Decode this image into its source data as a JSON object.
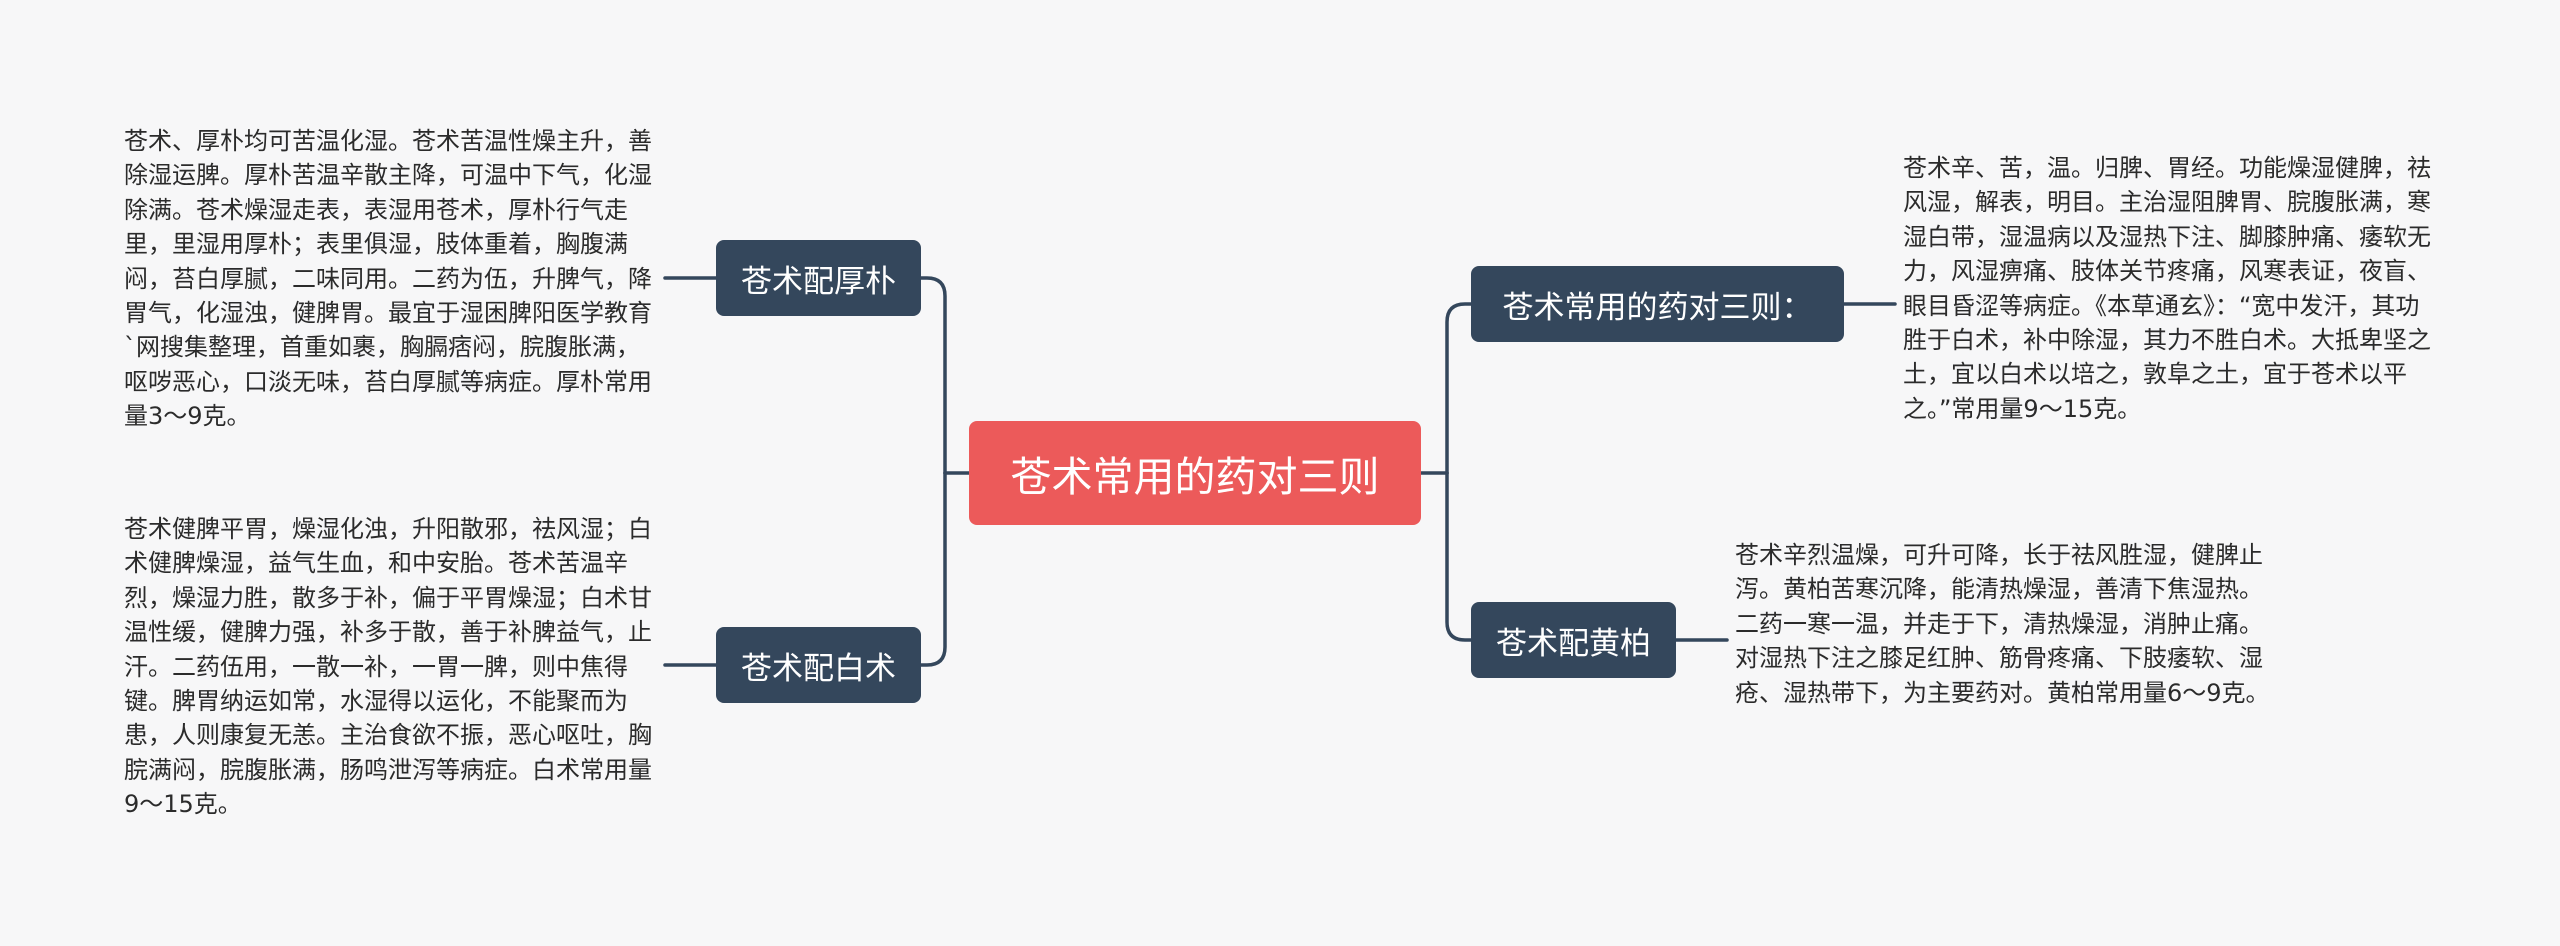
{
  "central": {
    "label": "苍术常用的药对三则"
  },
  "branches": {
    "houpu": {
      "label": "苍术配厚朴",
      "note": "苍术、厚朴均可苦温化湿。苍术苦温性燥主升，善除湿运脾。厚朴苦温辛散主降，可温中下气，化湿除满。苍术燥湿走表，表湿用苍术，厚朴行气走里，里湿用厚朴；表里俱湿，肢体重着，胸腹满闷，苔白厚腻，二味同用。二药为伍，升脾气，降胃气，化湿浊，健脾胃。最宜于湿困脾阳医学教育`网搜集整理，首重如裹，胸膈痞闷，脘腹胀满，呕哕恶心，口淡无味，苔白厚腻等病症。厚朴常用量3～9克。"
    },
    "baizhu": {
      "label": "苍术配白术",
      "note": "苍术健脾平胃，燥湿化浊，升阳散邪，祛风湿；白术健脾燥湿，益气生血，和中安胎。苍术苦温辛烈，燥湿力胜，散多于补，偏于平胃燥湿；白术甘温性缓，健脾力强，补多于散，善于补脾益气，止汗。二药伍用，一散一补，一胃一脾，则中焦得键。脾胃纳运如常，水湿得以运化，不能聚而为患，人则康复无恙。主治食欲不振，恶心呕吐，胸脘满闷，脘腹胀满，肠鸣泄泻等病症。白术常用量9～15克。"
    },
    "sanze": {
      "label": "苍术常用的药对三则：",
      "note": "苍术辛、苦，温。归脾、胃经。功能燥湿健脾，祛风湿，解表，明目。主治湿阻脾胃、脘腹胀满，寒湿白带，湿温病以及湿热下注、脚膝肿痛、痿软无力，风湿痹痛、肢体关节疼痛，风寒表证，夜盲、眼目昏涩等病症。《本草通玄》：“宽中发汗，其功胜于白术，补中除湿，其力不胜白术。大抵卑坚之土，宜以白术以培之，敦阜之土，宜于苍术以平之。”常用量9～15克。"
    },
    "huangbo": {
      "label": "苍术配黄柏",
      "note": "苍术辛烈温燥，可升可降，长于祛风胜湿，健脾止泻。黄柏苦寒沉降，能清热燥湿，善清下焦湿热。二药一寒一温，并走于下，清热燥湿，消肿止痛。对湿热下注之膝足红肿、筋骨疼痛、下肢痿软、湿疮、湿热带下，为主要药对。黄柏常用量6～9克。"
    }
  },
  "colors": {
    "background": "#f7f7f8",
    "central_fill": "#ec5a5a",
    "branch_fill": "#34475c",
    "connector": "#34475c",
    "note_text": "#2b2b2b"
  }
}
